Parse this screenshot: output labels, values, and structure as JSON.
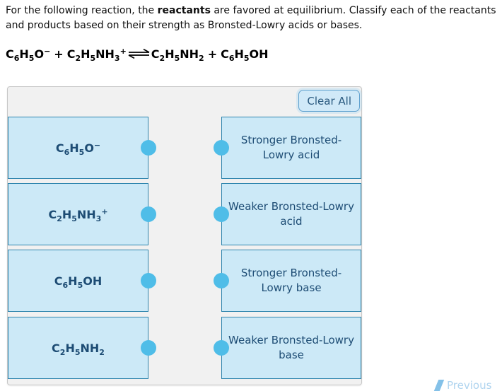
{
  "instructions": {
    "pre": "For the following reaction, the ",
    "bold": "reactants",
    "post": " are favored at equilibrium. Classify each of the reactants and products based on their strength as Bronsted-Lowry acids or bases."
  },
  "equation": {
    "reactant1": [
      [
        "n",
        "C"
      ],
      [
        "s",
        "6"
      ],
      [
        "n",
        "H"
      ],
      [
        "s",
        "5"
      ],
      [
        "n",
        "O"
      ],
      [
        "p",
        "−"
      ]
    ],
    "plus1": "+",
    "reactant2": [
      [
        "n",
        "C"
      ],
      [
        "s",
        "2"
      ],
      [
        "n",
        "H"
      ],
      [
        "s",
        "5"
      ],
      [
        "n",
        "NH"
      ],
      [
        "s",
        "3"
      ],
      [
        "p",
        "+"
      ]
    ],
    "arrow": "⇌",
    "product1": [
      [
        "n",
        "C"
      ],
      [
        "s",
        "2"
      ],
      [
        "n",
        "H"
      ],
      [
        "s",
        "5"
      ],
      [
        "n",
        "NH"
      ],
      [
        "s",
        "2"
      ]
    ],
    "plus2": "+",
    "product2": [
      [
        "n",
        "C"
      ],
      [
        "s",
        "6"
      ],
      [
        "n",
        "H"
      ],
      [
        "s",
        "5"
      ],
      [
        "n",
        "OH"
      ]
    ]
  },
  "panel": {
    "clear_all_label": "Clear All",
    "left_tiles": [
      {
        "id": "C6H5O-",
        "segments": [
          [
            "n",
            "C"
          ],
          [
            "s",
            "6"
          ],
          [
            "n",
            "H"
          ],
          [
            "s",
            "5"
          ],
          [
            "n",
            "O"
          ],
          [
            "p",
            "−"
          ]
        ]
      },
      {
        "id": "C2H5NH3+",
        "segments": [
          [
            "n",
            "C"
          ],
          [
            "s",
            "2"
          ],
          [
            "n",
            "H"
          ],
          [
            "s",
            "5"
          ],
          [
            "n",
            "NH"
          ],
          [
            "s",
            "3"
          ],
          [
            "p",
            "+"
          ]
        ]
      },
      {
        "id": "C6H5OH",
        "segments": [
          [
            "n",
            "C"
          ],
          [
            "s",
            "6"
          ],
          [
            "n",
            "H"
          ],
          [
            "s",
            "5"
          ],
          [
            "n",
            "OH"
          ]
        ]
      },
      {
        "id": "C2H5NH2",
        "segments": [
          [
            "n",
            "C"
          ],
          [
            "s",
            "2"
          ],
          [
            "n",
            "H"
          ],
          [
            "s",
            "5"
          ],
          [
            "n",
            "NH"
          ],
          [
            "s",
            "2"
          ]
        ]
      }
    ],
    "right_tiles": [
      {
        "label": "Stronger Bronsted-Lowry acid"
      },
      {
        "label": "Weaker Bronsted-Lowry acid"
      },
      {
        "label": "Stronger Bronsted-Lowry base"
      },
      {
        "label": "Weaker Bronsted-Lowry base"
      }
    ]
  },
  "footer": {
    "previous_label": "Previous"
  },
  "colors": {
    "tile_fill": "#cce9f7",
    "tile_border": "#2d84ad",
    "connector_dot": "#4fbde8",
    "panel_bg": "#f1f1f1",
    "navy_text": "#1d4c74",
    "clear_all_bg": "#d0e9f8",
    "clear_all_border": "#5fa1cf",
    "previous_text": "#afd4ef"
  }
}
